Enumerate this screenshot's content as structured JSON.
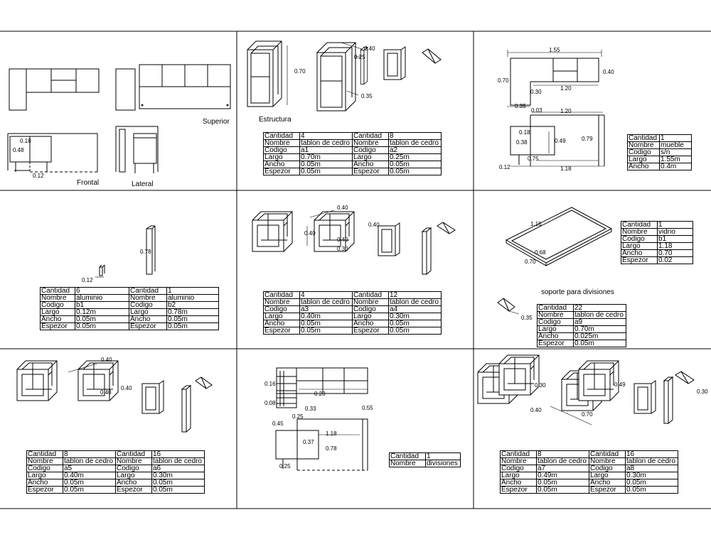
{
  "cells": {
    "c1": {
      "labels": {
        "superior": "Superior",
        "frontal": "Frontal",
        "lateral": "Lateral"
      },
      "dims": {
        "d018": "0.18",
        "d048": "0.48",
        "d012": "0.12"
      }
    },
    "c2": {
      "caption": "Estructura",
      "dims": {
        "d040": "0.40",
        "d025": "0.25",
        "d070": "0.70",
        "d035": "0.35"
      }
    },
    "c3": {
      "dims": {
        "d155": "1.55",
        "d040": "0.40",
        "d070": "0.70",
        "d030": "0.30",
        "d120a": "1.20",
        "d035": "0.35",
        "d003": "0.03",
        "d120b": "1.20",
        "d018": "0.18",
        "d038": "0.38",
        "d049": "0.49",
        "d079": "0.79",
        "d075": "0.75",
        "d012": "0.12",
        "d118": "1.18"
      }
    },
    "c4": {
      "dims": {
        "d078": "0.78",
        "d012": "0.12"
      }
    },
    "c5": {
      "dims": {
        "d040a": "0.40",
        "d040b": "0.40",
        "d040c": "0.40",
        "d040d": "0.40",
        "d030": "0.30"
      }
    },
    "c6": {
      "caption": "soporte para divisiones",
      "dims": {
        "d118": "1.18",
        "d068": "0.68",
        "d070": "0.70",
        "d035": "0.35"
      }
    },
    "c7": {
      "dims": {
        "d040a": "0.40",
        "d040b": "0.40",
        "d040c": "0.40"
      }
    },
    "c8": {
      "dims": {
        "d016": "0.16",
        "d020": "0.20",
        "d008": "0.08",
        "d033": "0.33",
        "d055": "0.55",
        "d025a": "0.25",
        "d045": "0.45",
        "d118": "1.18",
        "d037": "0.37",
        "d078": "0.78",
        "d025b": "0.25"
      }
    },
    "c9": {
      "dims": {
        "d030a": "0.30",
        "d049": "0.49",
        "d040": "0.40",
        "d070": "0.70",
        "d030b": "0.30"
      }
    }
  },
  "tables": {
    "t_a1a2": [
      [
        "Cantidad",
        "4",
        "Cantidad",
        "8"
      ],
      [
        "Nombre",
        "tablon de cedro",
        "Nombre",
        "tablon de cedro"
      ],
      [
        "Codigo",
        "a1",
        "Codigo",
        "a2"
      ],
      [
        "Largo",
        "0.70m",
        "Largo",
        "0.25m"
      ],
      [
        "Ancho",
        "0.05m",
        "Ancho",
        "0.05m"
      ],
      [
        "Espezor",
        "0.05m",
        "Espezor",
        "0.05m"
      ]
    ],
    "t_mueble": [
      [
        "Cantidad",
        "1"
      ],
      [
        "Nombre",
        "mueble"
      ],
      [
        "Codigo",
        "s/n"
      ],
      [
        "Largo",
        "1.55m"
      ],
      [
        "Ancho",
        "0.4m"
      ]
    ],
    "t_b1b2": [
      [
        "Cantidad",
        "6",
        "Cantidad",
        "1"
      ],
      [
        "Nombre",
        "aluminio",
        "Nombre",
        "aluminio"
      ],
      [
        "Codigo",
        "b1",
        "Codigo",
        "b2"
      ],
      [
        "Largo",
        "0.12m",
        "Largo",
        "0.78m"
      ],
      [
        "Ancho",
        "0.05m",
        "Ancho",
        "0.05m"
      ],
      [
        "Espezor",
        "0.05m",
        "Espezor",
        "0.05m"
      ]
    ],
    "t_a3a4": [
      [
        "Cantidad",
        "4",
        "Cantidad",
        "12"
      ],
      [
        "Nombre",
        "tablon de cedro",
        "Nombre",
        "tablon de cedro"
      ],
      [
        "Codigo",
        "a3",
        "Codigo",
        "a4"
      ],
      [
        "Largo",
        "0.40m",
        "Largo",
        "0.30m"
      ],
      [
        "Ancho",
        "0.05m",
        "Ancho",
        "0.05m"
      ],
      [
        "Espezor",
        "0.05m",
        "Espezor",
        "0.05m"
      ]
    ],
    "t_vidrio": [
      [
        "Cantidad",
        "1"
      ],
      [
        "Nombre",
        "vidrio"
      ],
      [
        "Codigo",
        "b1"
      ],
      [
        "Largo",
        "1.18"
      ],
      [
        "Ancho",
        "0.70"
      ],
      [
        "Espezor",
        "0.02"
      ]
    ],
    "t_a9": [
      [
        "Cantidad",
        "22"
      ],
      [
        "Nombre",
        "tablon de cedro"
      ],
      [
        "Codigo",
        "a9"
      ],
      [
        "Largo",
        "0.70m"
      ],
      [
        "Ancho",
        "0.025m"
      ],
      [
        "Espezor",
        "0.05m"
      ]
    ],
    "t_a5a6": [
      [
        "Cantidad",
        "8",
        "Cantidad",
        "16"
      ],
      [
        "Nombre",
        "tablon de cedro",
        "Nombre",
        "tablon de cedro"
      ],
      [
        "Codigo",
        "a5",
        "Codigo",
        "a6"
      ],
      [
        "Largo",
        "0.40m",
        "Largo",
        "0.30m"
      ],
      [
        "Ancho",
        "0.05m",
        "Ancho",
        "0.05m"
      ],
      [
        "Espezor",
        "0.05m",
        "Espezor",
        "0.05m"
      ]
    ],
    "t_div": [
      [
        "Cantidad",
        "1"
      ],
      [
        "Nombre",
        "divisiones"
      ]
    ],
    "t_a7a8": [
      [
        "Cantidad",
        "8",
        "Cantidad",
        "16"
      ],
      [
        "Nombre",
        "tablon de cedro",
        "Nombre",
        "tablon de cedro"
      ],
      [
        "Codigo",
        "a7",
        "Codigo",
        "a8"
      ],
      [
        "Largo",
        "0.49m",
        "Largo",
        "0.30m"
      ],
      [
        "Ancho",
        "0.05m",
        "Ancho",
        "0.05m"
      ],
      [
        "Espezor",
        "0.05m",
        "Espezor",
        "0.05m"
      ]
    ]
  }
}
